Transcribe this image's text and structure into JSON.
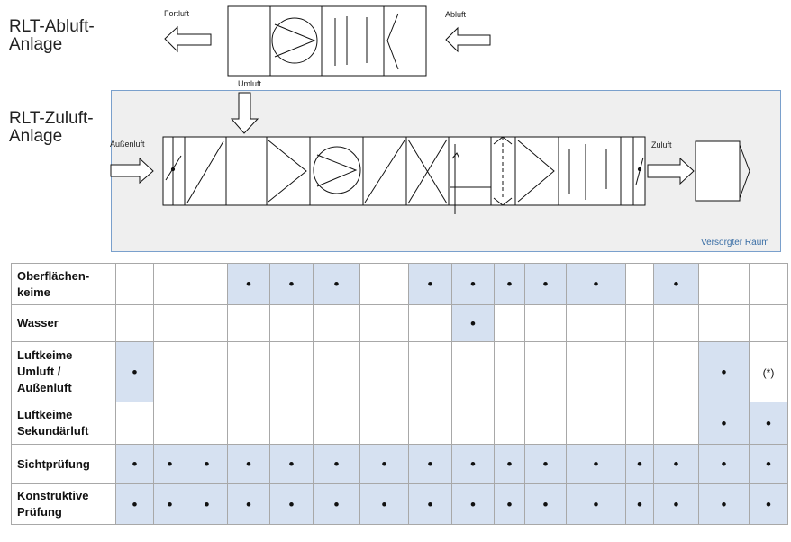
{
  "titles": {
    "abluft_anlage": "RLT-Abluft-Anlage",
    "zuluft_anlage": "RLT-Zuluft-Anlage"
  },
  "flows": {
    "fortluft": "Fortluft",
    "abluft": "Abluft",
    "umluft": "Umluft",
    "aussenluft": "Außenluft",
    "zuluft": "Zuluft"
  },
  "raum_label": "Versorgter Raum",
  "colors": {
    "highlight": "#d6e1f1",
    "panel_border": "#7aa0cc",
    "panel_bg": "#efefef",
    "grid": "#a8a8a8"
  },
  "matrix": {
    "rows": [
      {
        "label": "Oberflächen-keime",
        "cells": [
          "",
          "",
          "",
          "•",
          "•",
          "•",
          "",
          "•",
          "•",
          "•",
          "•",
          "•",
          "",
          "•",
          "",
          ""
        ]
      },
      {
        "label": "Wasser",
        "cells": [
          "",
          "",
          "",
          "",
          "",
          "",
          "",
          "",
          "•",
          "",
          "",
          "",
          "",
          "",
          "",
          ""
        ]
      },
      {
        "label": "Luftkeime Umluft / Außenluft",
        "cells": [
          "•",
          "",
          "",
          "",
          "",
          "",
          "",
          "",
          "",
          "",
          "",
          "",
          "",
          "",
          "•",
          "(*)"
        ]
      },
      {
        "label": "Luftkeime Sekundärluft",
        "cells": [
          "",
          "",
          "",
          "",
          "",
          "",
          "",
          "",
          "",
          "",
          "",
          "",
          "",
          "",
          "•",
          "•"
        ]
      },
      {
        "label": "Sichtprüfung",
        "cells": [
          "•",
          "•",
          "•",
          "•",
          "•",
          "•",
          "•",
          "•",
          "•",
          "•",
          "•",
          "•",
          "•",
          "•",
          "•",
          "•"
        ]
      },
      {
        "label": "Konstruktive Prüfung",
        "cells": [
          "•",
          "•",
          "•",
          "•",
          "•",
          "•",
          "•",
          "•",
          "•",
          "•",
          "•",
          "•",
          "•",
          "•",
          "•",
          "•"
        ]
      }
    ],
    "highlighted": [
      [
        false,
        false,
        false,
        true,
        true,
        true,
        false,
        true,
        true,
        true,
        true,
        true,
        false,
        true,
        false,
        false
      ],
      [
        false,
        false,
        false,
        false,
        false,
        false,
        false,
        false,
        true,
        false,
        false,
        false,
        false,
        false,
        false,
        false
      ],
      [
        true,
        false,
        false,
        false,
        false,
        false,
        false,
        false,
        false,
        false,
        false,
        false,
        false,
        false,
        true,
        false
      ],
      [
        false,
        false,
        false,
        false,
        false,
        false,
        false,
        false,
        false,
        false,
        false,
        false,
        false,
        false,
        true,
        true
      ],
      [
        true,
        true,
        true,
        true,
        true,
        true,
        true,
        true,
        true,
        true,
        true,
        true,
        true,
        true,
        true,
        true
      ],
      [
        true,
        true,
        true,
        true,
        true,
        true,
        true,
        true,
        true,
        true,
        true,
        true,
        true,
        true,
        true,
        true
      ]
    ]
  }
}
